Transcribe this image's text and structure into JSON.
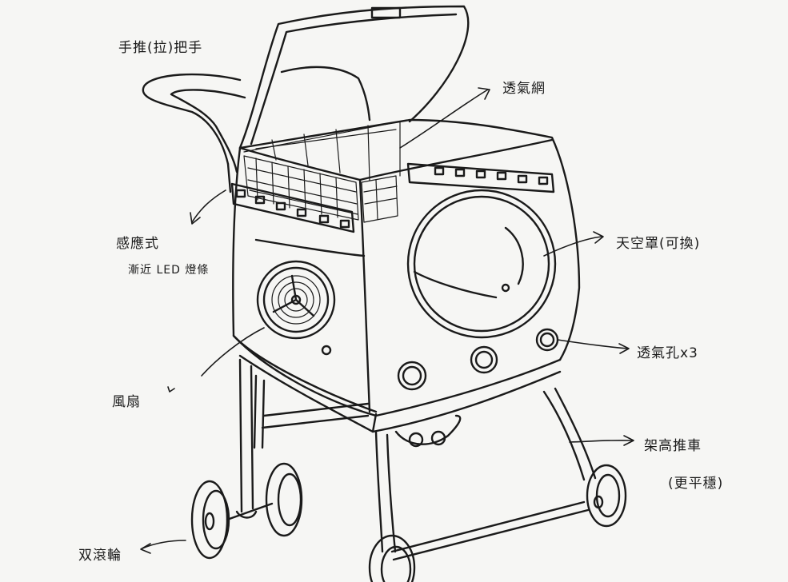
{
  "colors": {
    "ink": "#1a1a1a",
    "paper": "#f6f6f4"
  },
  "labels": {
    "handle": "手推(拉)把手",
    "mesh": "透氣網",
    "sensor": "感應式",
    "led_light": "漸近 LED 燈條",
    "window": "天空罩(可換)",
    "vent_holes": "透氣孔x3",
    "fan": "風扇",
    "stand": "架高推車",
    "stand_note": "(更平穩)",
    "wheels": "双滾輪"
  }
}
